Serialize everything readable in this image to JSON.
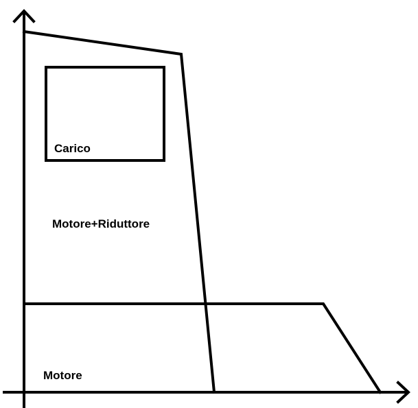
{
  "labels": {
    "carico": "Carico",
    "motore_riduttore": "Motore+Riduttore",
    "motore": "Motore"
  },
  "colors": {
    "line": "#000000",
    "background": "#ffffff"
  }
}
